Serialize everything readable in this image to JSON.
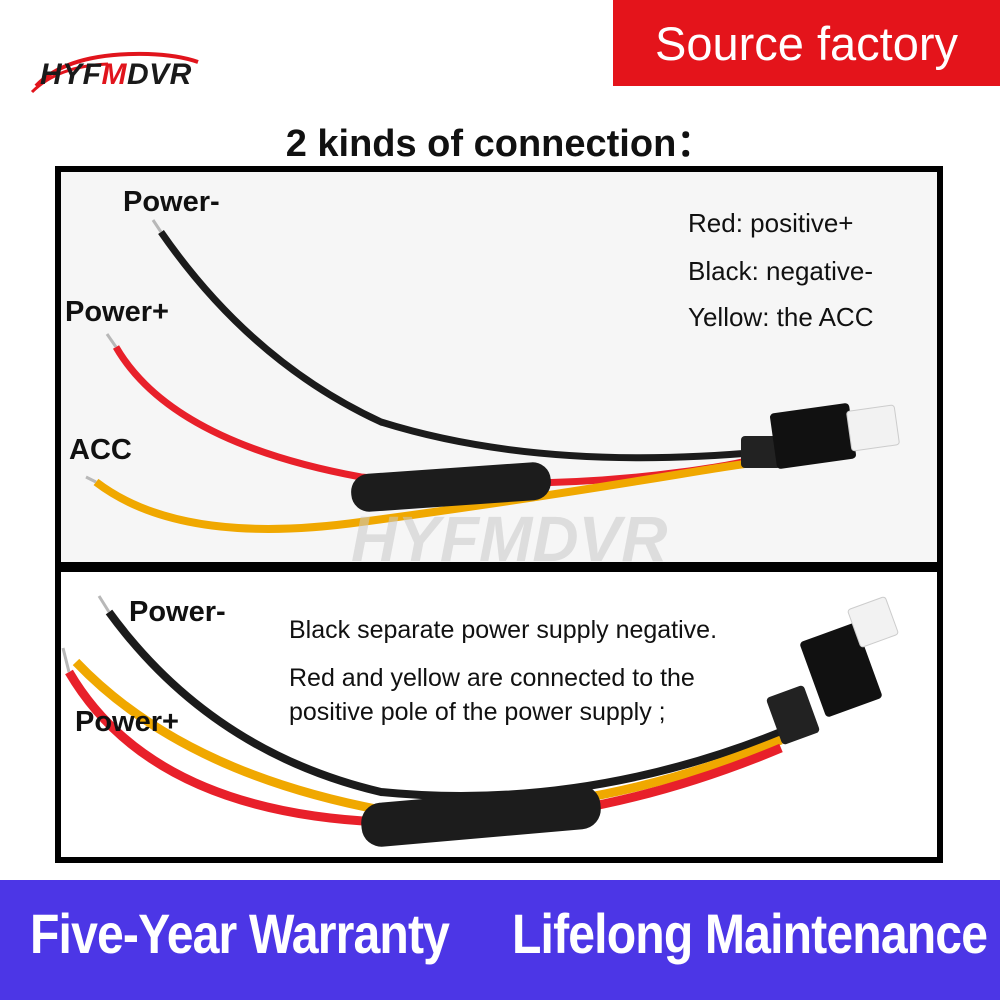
{
  "brand": {
    "logo_prefix": "HYF",
    "logo_accent": "M",
    "logo_suffix": "DVR",
    "watermark": "HYFMDVR"
  },
  "header": {
    "banner_text": "Source factory",
    "heading": "2 kinds of connection："
  },
  "panel_1": {
    "labels": {
      "power_minus": "Power-",
      "power_plus": "Power+",
      "acc": "ACC"
    },
    "legend": [
      "Red: positive+",
      "Black: negative-",
      "Yellow: the ACC"
    ]
  },
  "panel_2": {
    "labels": {
      "power_minus": "Power-",
      "power_plus": "Power+"
    },
    "notes": [
      "Black separate power supply negative.",
      "Red and yellow are connected to the",
      "positive pole of the power supply ;"
    ]
  },
  "footer": {
    "left": "Five-Year Warranty",
    "right": "Lifelong Maintenance"
  },
  "colors": {
    "brand_red": "#e4141b",
    "footer_blue": "#4c36e6",
    "wire_red": "#e8202a",
    "wire_black": "#1b1b1b",
    "wire_yellow": "#f0a800"
  }
}
